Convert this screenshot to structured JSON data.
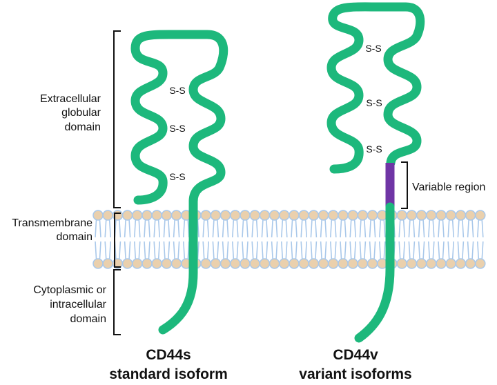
{
  "figure": {
    "colors": {
      "protein": "#1db87c",
      "variable_region": "#6f35a5",
      "lipid_head_fill": "#ead0ad",
      "lipid_head_stroke": "#a9c8ea",
      "lipid_tail": "#a9c8ea",
      "bracket": "#111111",
      "text": "#111111"
    },
    "membrane": {
      "label_line1": "Transmembrane",
      "label_line2": "domain"
    },
    "domains": {
      "extracellular": {
        "line1": "Extracellular",
        "line2": "globular",
        "line3": "domain"
      },
      "cytoplasmic": {
        "line1": "Cytoplasmic or",
        "line2": "intracellular",
        "line3": "domain"
      }
    },
    "variable_region": {
      "label": "Variable region"
    },
    "isoforms": [
      {
        "name": "CD44s",
        "subtitle": "standard isoform",
        "disulfide_bonds": [
          "S-S",
          "S-S",
          "S-S"
        ],
        "has_variable_region": false
      },
      {
        "name": "CD44v",
        "subtitle": "variant isoforms",
        "disulfide_bonds": [
          "S-S",
          "S-S",
          "S-S"
        ],
        "has_variable_region": true
      }
    ]
  }
}
